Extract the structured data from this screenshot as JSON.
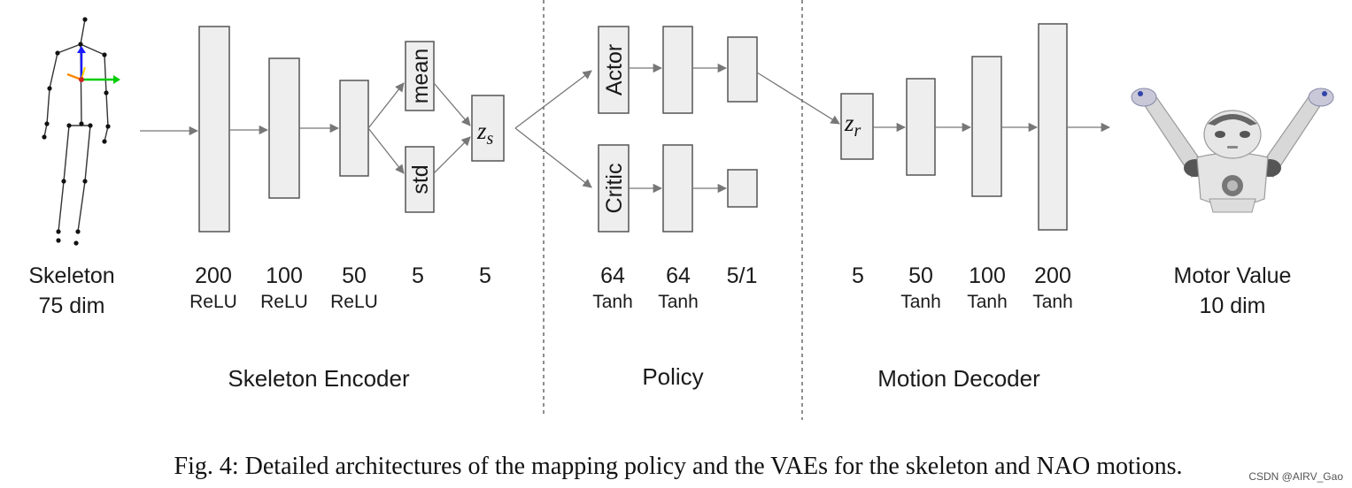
{
  "figure": {
    "caption": "Fig. 4: Detailed architectures of the mapping policy and the VAEs for the skeleton and NAO motions.",
    "watermark": "CSDN @AIRV_Gao"
  },
  "input": {
    "label": "Skeleton",
    "dim": "75 dim"
  },
  "output": {
    "label": "Motor Value",
    "dim": "10 dim"
  },
  "encoder": {
    "title": "Skeleton Encoder",
    "layers": [
      {
        "size": "200",
        "act": "ReLU"
      },
      {
        "size": "100",
        "act": "ReLU"
      },
      {
        "size": "50",
        "act": "ReLU"
      },
      {
        "size": "5",
        "act": ""
      },
      {
        "size": "5",
        "act": ""
      }
    ],
    "mean_label": "mean",
    "std_label": "std",
    "latent": {
      "symbol": "z",
      "subscript": "s"
    }
  },
  "policy": {
    "title": "Policy",
    "actor_label": "Actor",
    "critic_label": "Critic",
    "layers": [
      {
        "size": "64",
        "act": "Tanh"
      },
      {
        "size": "64",
        "act": "Tanh"
      },
      {
        "size": "5/1",
        "act": ""
      }
    ]
  },
  "decoder": {
    "title": "Motion Decoder",
    "latent": {
      "symbol": "z",
      "subscript": "r"
    },
    "layers": [
      {
        "size": "5",
        "act": ""
      },
      {
        "size": "50",
        "act": "Tanh"
      },
      {
        "size": "100",
        "act": "Tanh"
      },
      {
        "size": "200",
        "act": "Tanh"
      }
    ]
  },
  "colors": {
    "box_fill": "#eeeeee",
    "box_stroke": "#555555",
    "arrow": "#777777",
    "axis_x": "#00cc00",
    "axis_y": "#1a1aff",
    "axis_z": "#ff8800",
    "robot_body": "#dcdcdc",
    "robot_dark": "#555555"
  }
}
